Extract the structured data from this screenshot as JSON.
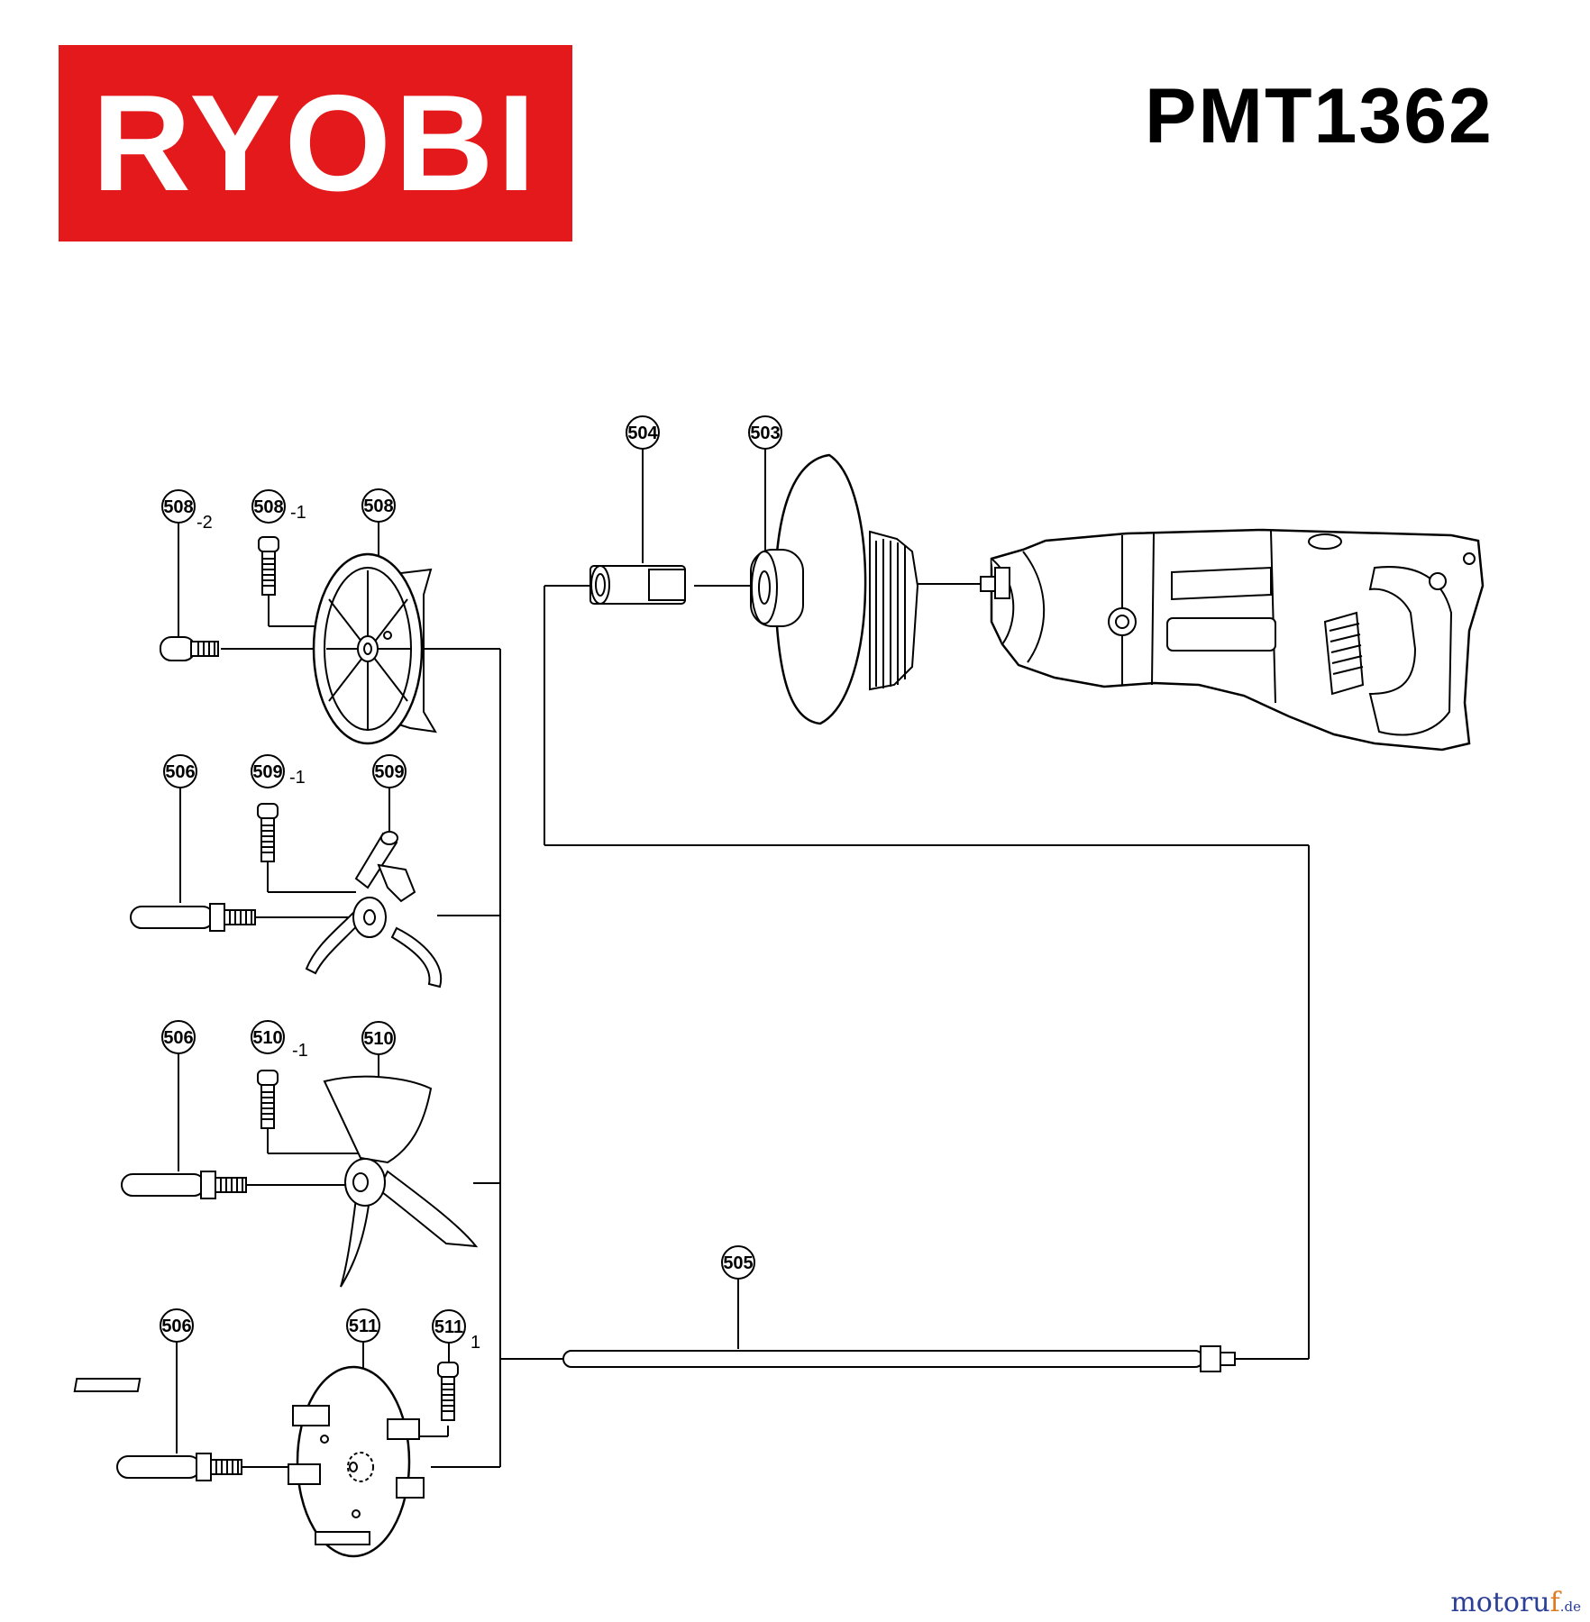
{
  "brand": {
    "name": "RYOBI",
    "color": "#e4191b"
  },
  "model": "PMT1362",
  "watermark": {
    "main": "motoru",
    "accent": "f",
    "tld": ".de"
  },
  "parts": {
    "p503": "503",
    "p504": "504",
    "p505": "505",
    "p506": "506",
    "p508": "508",
    "p509": "509",
    "p510": "510",
    "p511": "511"
  },
  "suffixes": {
    "s1": "-1",
    "s2": "-2",
    "s1b": "1"
  },
  "icons": [
    "mixer-motor-icon",
    "splash-guard-icon",
    "chuck-adapter-icon",
    "paddle-guard-icon",
    "whisk-paddle-icon",
    "propeller-paddle-icon",
    "disc-paddle-icon",
    "extension-shaft-icon",
    "bolt-icon",
    "stud-icon"
  ]
}
